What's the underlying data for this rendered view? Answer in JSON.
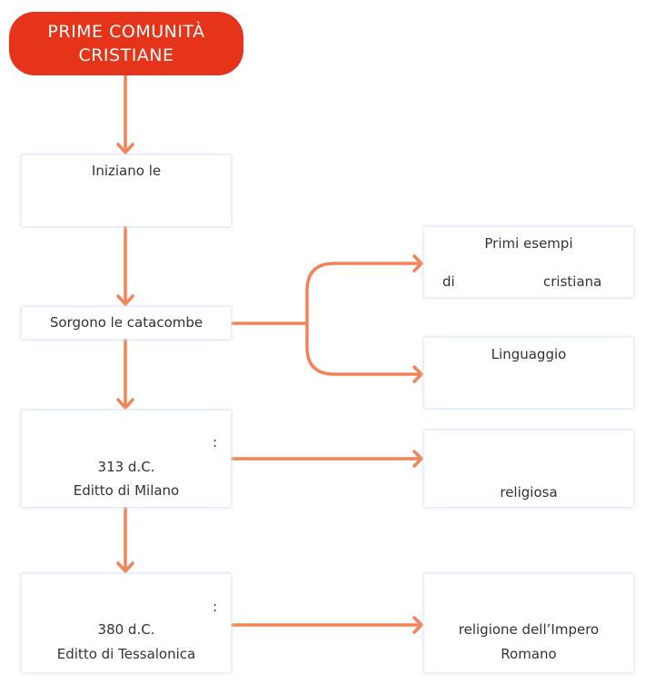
{
  "title": {
    "line1": "PRIME COMUNITÀ",
    "line2": "CRISTIANE"
  },
  "left_boxes": [
    {
      "lines": [
        "Iniziano le"
      ]
    },
    {
      "lines": [
        "Sorgono le catacombe"
      ]
    },
    {
      "colon": ":",
      "lines": [
        "313 d.C.",
        "Editto di Milano"
      ]
    },
    {
      "colon": ":",
      "lines": [
        "380 d.C.",
        "Editto di Tessalonica"
      ]
    }
  ],
  "right_boxes": [
    {
      "line1": "Primi esempi",
      "word_left": "di",
      "word_right": "cristiana"
    },
    {
      "lines": [
        "Linguaggio"
      ]
    },
    {
      "lines": [
        "religiosa"
      ]
    },
    {
      "lines": [
        "religione dell’Impero",
        "Romano"
      ]
    }
  ],
  "colors": {
    "title_bg": "#e5341a",
    "arrow": "#f08357"
  }
}
